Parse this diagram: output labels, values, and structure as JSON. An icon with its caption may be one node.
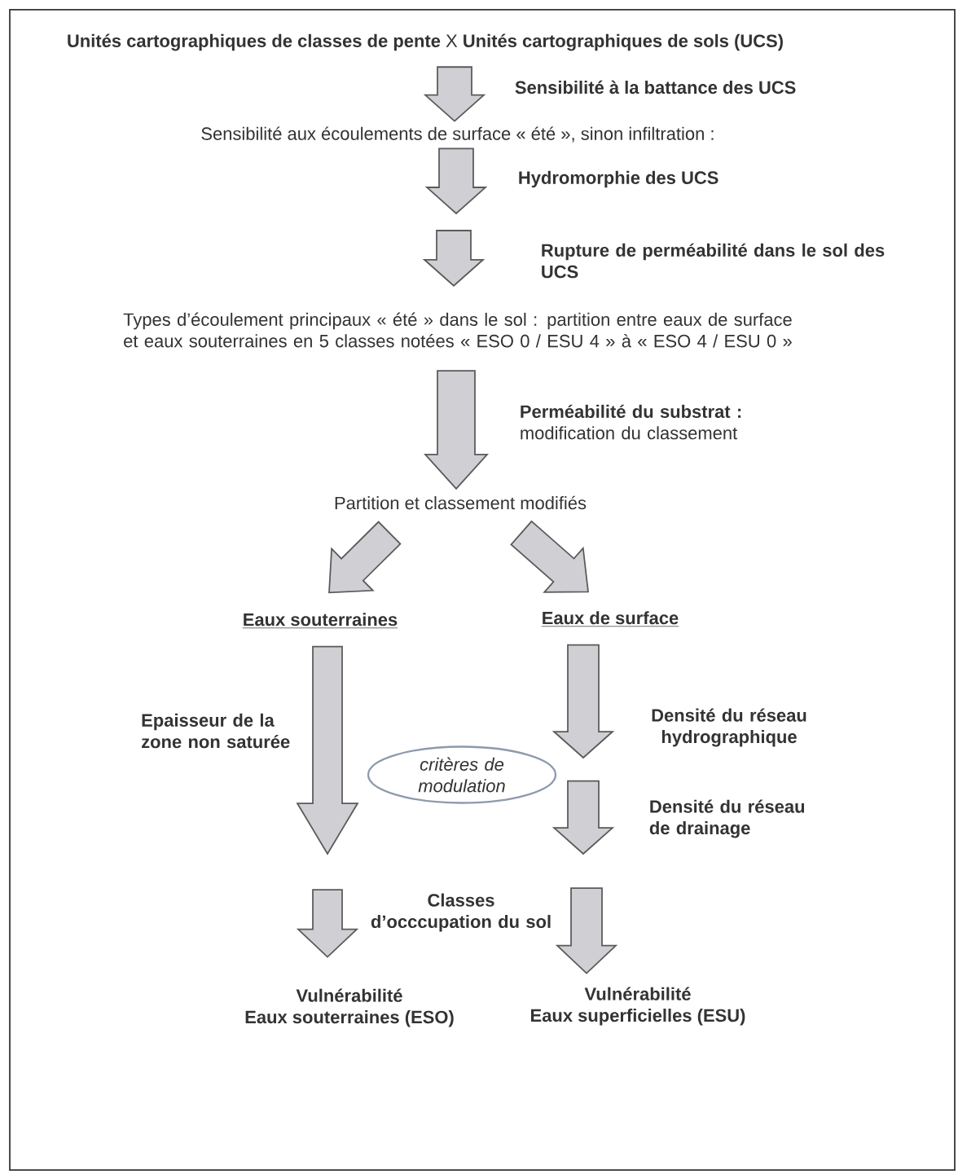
{
  "diagram": {
    "nodes": [
      {
        "text": [
          "**Unités cartographiques de classes de pente** X **Unités cartographiques de sols (UCS)**"
        ]
      },
      {
        "text": [
          "Sensibilité aux écoulements de surface « été », sinon infiltration :"
        ]
      },
      {
        "text": [
          "Types d’écoulement principaux « été » dans le sol : partition entre eaux de surface et eaux souterraines en 5 classes notées « ESO 0 / ESU 4 » à « ESO 4 / ESU 0 »"
        ]
      },
      {
        "text": [
          "Partition et classement modifiés"
        ]
      },
      {
        "text": [
          "Eaux souterraines"
        ]
      },
      {
        "text": [
          "Eaux de surface"
        ]
      },
      {
        "text": [
          "Vulnérabilité",
          "Eaux souterraines (ESO)"
        ]
      },
      {
        "text": [
          "Vulnérabilité",
          "Eaux superficielles (ESU)"
        ]
      },
      {
        "text": [
          "critères de modulation"
        ]
      }
    ],
    "edges": [
      {
        "from": 0,
        "to": 1,
        "arrow": "to",
        "label": "Sensibilité à la battance des UCS"
      },
      {
        "from": 1,
        "to": null,
        "arrow": "to",
        "label": "Hydromorphie des UCS"
      },
      {
        "from": null,
        "to": 2,
        "arrow": "to",
        "label": "Rupture de perméabilité dans le sol des UCS"
      },
      {
        "from": 2,
        "to": 3,
        "arrow": "to",
        "label": "**Perméabilité du substrat :** modification du classement"
      },
      {
        "from": 3,
        "to": 4,
        "arrow": "to"
      },
      {
        "from": 3,
        "to": 5,
        "arrow": "to"
      },
      {
        "from": 4,
        "to": null,
        "arrow": "to",
        "label": "Epaisseur de la zone non saturée"
      },
      {
        "from": null,
        "to": 6,
        "arrow": "to"
      },
      {
        "from": 5,
        "to": null,
        "arrow": "to",
        "label": "Densité du réseau hydrographique"
      },
      {
        "from": 8,
        "to": null,
        "arrow": "to",
        "label": "Densité du réseau de drainage"
      },
      {
        "from": null,
        "to": 7,
        "arrow": "to"
      }
    ],
    "labels": [
      "Classes d’occcupation du sol"
    ]
  }
}
